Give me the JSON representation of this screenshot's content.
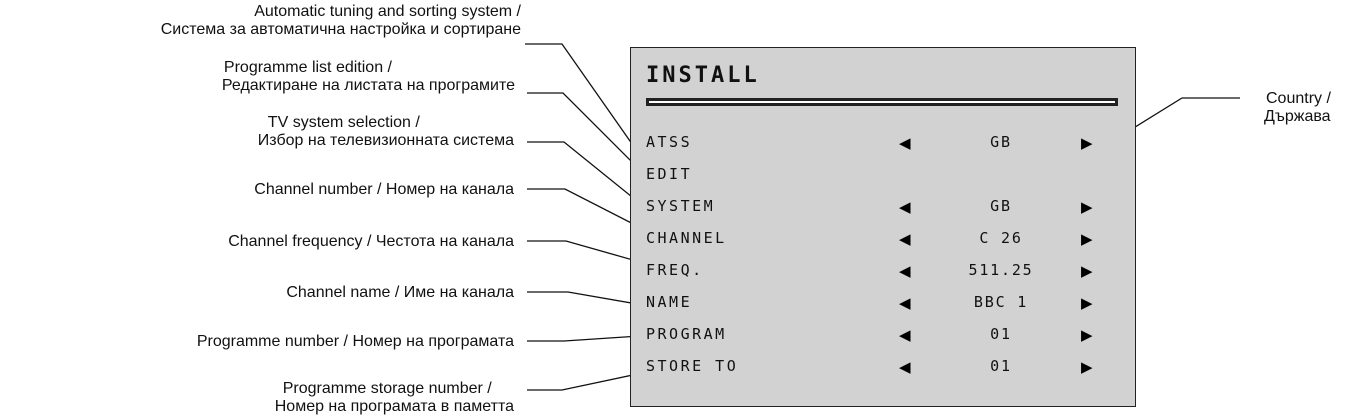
{
  "panel": {
    "title": "INSTALL",
    "rows": [
      {
        "label": "ATSS",
        "value": "GB",
        "arrows": true
      },
      {
        "label": "EDIT",
        "value": "",
        "arrows": false
      },
      {
        "label": "SYSTEM",
        "value": "GB",
        "arrows": true
      },
      {
        "label": "CHANNEL",
        "value": "C 26",
        "arrows": true
      },
      {
        "label": "FREQ.",
        "value": "511.25",
        "arrows": true
      },
      {
        "label": "NAME",
        "value": "BBC 1",
        "arrows": true
      },
      {
        "label": "PROGRAM",
        "value": "01",
        "arrows": true
      },
      {
        "label": "STORE TO",
        "value": "01",
        "arrows": true
      }
    ],
    "arrow_left": "◀",
    "arrow_right": "▶"
  },
  "callouts": {
    "atss": {
      "line1": "Automatic tuning and sorting system /",
      "line2": "Система за автоматична настройка и сортиране"
    },
    "edit": {
      "line1": "Programme list edition /",
      "line2": "Редактиране на листата на програмите"
    },
    "system": {
      "line1": "TV system selection /",
      "line2": "Избор на телевизионната система"
    },
    "channel": {
      "line1": "Channel number / Номер на канала"
    },
    "freq": {
      "line1": "Channel frequency / Честота на канала"
    },
    "name": {
      "line1": "Channel name / Име на канала"
    },
    "program": {
      "line1": "Programme number / Номер на програмата"
    },
    "store": {
      "line1": "Programme storage number /",
      "line2": "Номер на програмата в паметта"
    },
    "country": {
      "line1": "Country /",
      "line2": "Държава"
    }
  }
}
